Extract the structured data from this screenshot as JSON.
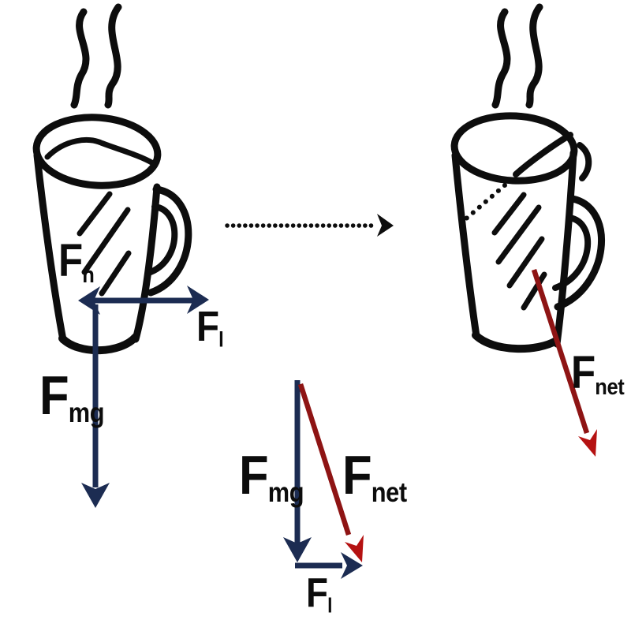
{
  "figure": {
    "colors": {
      "background": "#ffffff",
      "ink": "#0d0d0d",
      "vector_blue": "#1c2c52",
      "vector_red": "#8e1414",
      "vector_red_head": "#b51212"
    }
  },
  "left_mug": {
    "force_normal": {
      "symbol": "F",
      "subscript": "n"
    },
    "force_lateral": {
      "symbol": "F",
      "subscript": "l"
    },
    "force_gravity": {
      "symbol": "F",
      "subscript": "mg"
    }
  },
  "right_mug": {
    "force_net": {
      "symbol": "F",
      "subscript": "net"
    }
  },
  "vector_triangle": {
    "force_gravity": {
      "symbol": "F",
      "subscript": "mg"
    },
    "force_net": {
      "symbol": "F",
      "subscript": "net"
    },
    "force_lateral": {
      "symbol": "F",
      "subscript": "l"
    }
  }
}
